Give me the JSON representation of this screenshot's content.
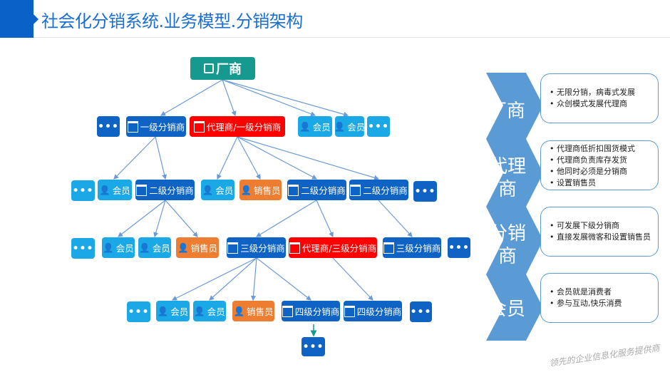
{
  "header": {
    "title": "社会化分销系统.业务模型.分销架构"
  },
  "tree": {
    "root": "厂商",
    "row1": [
      "•••",
      "一级分销商",
      "代理商/一级分销商",
      "会员",
      "会员",
      "•••"
    ],
    "row2": [
      "•••",
      "会员",
      "二级分销商",
      "会员",
      "销售员",
      "二级分销商",
      "二级分销商",
      "•••"
    ],
    "row3": [
      "•••",
      "会员",
      "会员",
      "销售员",
      "三级分销商",
      "代理商/三级分销商",
      "三级分销商",
      "•••"
    ],
    "row4": [
      "•••",
      "会员",
      "会员",
      "销售员",
      "四级分销商",
      "四级分销商",
      "•••"
    ],
    "row5": [
      "•••"
    ]
  },
  "legend": [
    {
      "label": "厂商",
      "items": [
        "无限分销，病毒式发展",
        "众创模式发展代理商"
      ]
    },
    {
      "label": "代理商",
      "items": [
        "代理商低折扣囤货模式",
        "代理商负责库存发货",
        "他同时必须是分销商",
        "设置销售员"
      ]
    },
    {
      "label": "分销商",
      "items": [
        "可发展下级分销商",
        "直接发展微客和设置销售员"
      ]
    },
    {
      "label": "会员",
      "items": [
        "会员就是消费者",
        "参与互动,快乐消费"
      ]
    }
  ],
  "watermark": "领先的企业信息化服务提供商",
  "colors": {
    "dark": "#0e63c4",
    "light": "#1aa9e6",
    "red": "#ff0000",
    "orange": "#ed7d31",
    "teal": "#16998f",
    "chevron": "#5b9bd5"
  }
}
